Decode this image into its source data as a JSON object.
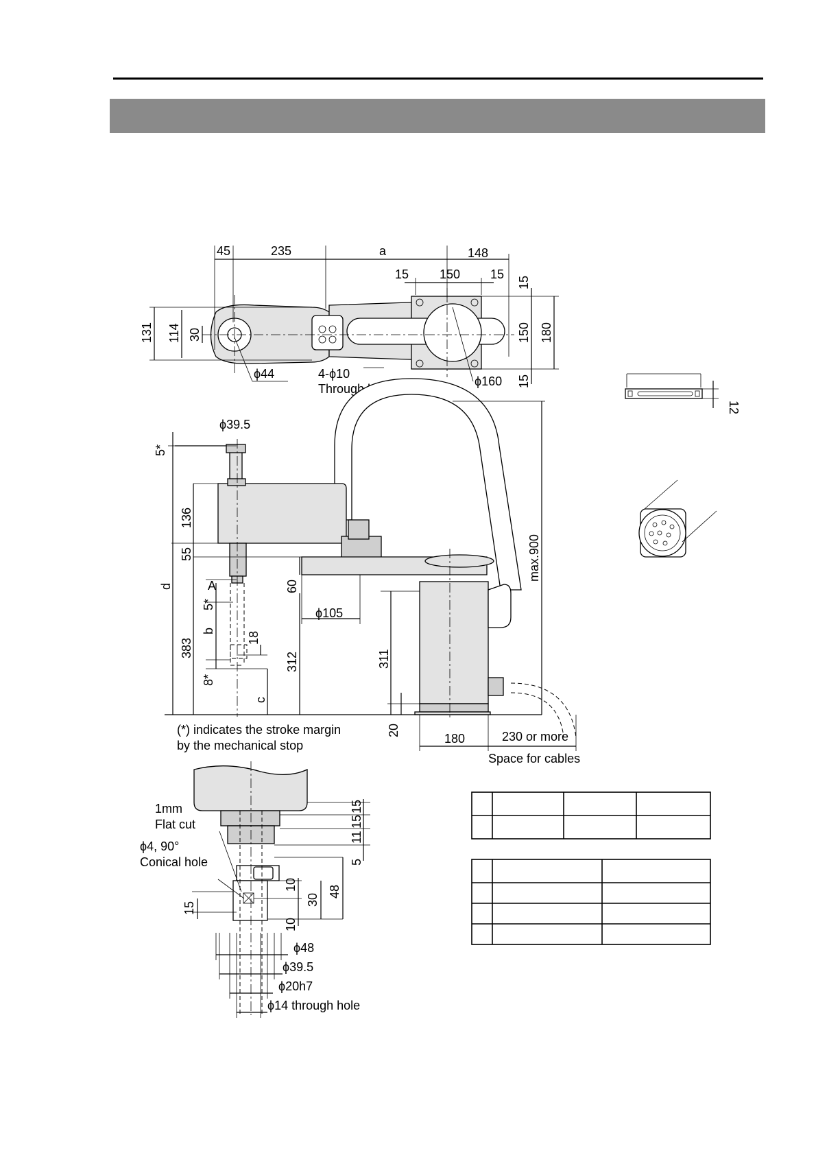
{
  "dims": {
    "top": {
      "d45": "45",
      "d235": "235",
      "a": "a",
      "d148": "148",
      "d15a": "15",
      "d150h": "150",
      "d15b": "15",
      "d15r1": "15",
      "d150v": "150",
      "d180v": "180",
      "d15r2": "15",
      "d131": "131",
      "d114": "114",
      "d30": "30",
      "phi44": "ϕ44",
      "holes1": "4-ϕ10",
      "holes2": "Through holes",
      "phi160": "ϕ160"
    },
    "side": {
      "phi395": "ϕ39.5",
      "s5top": "5*",
      "d136": "136",
      "d55": "55",
      "d": "d",
      "A": "A",
      "d60": "60",
      "s5b": "5*",
      "b": "b",
      "d18": "18",
      "d383": "383",
      "d312": "312",
      "s8": "8*",
      "c": "c",
      "phi105": "ϕ105",
      "d311": "311",
      "max900": "max.900",
      "d20": "20",
      "d180": "180",
      "d230": "230 or more",
      "cables": "Space for cables",
      "note1": "(*) indicates the stroke margin",
      "note2": "by the mechanical stop"
    },
    "detail": {
      "flat1": "1mm",
      "flat2": "Flat cut",
      "con1": "ϕ4, 90°",
      "con2": "Conical hole",
      "d15a": "15",
      "d15b": "15",
      "d11": "11",
      "d5": "5",
      "d10a": "10",
      "d30": "30",
      "d48": "48",
      "d15c": "15",
      "d10b": "10",
      "phi48": "ϕ48",
      "phi395": "ϕ39.5",
      "phi20": "ϕ20h7",
      "phi14": "ϕ14 through hole"
    },
    "connector": {
      "d12": "12"
    }
  }
}
